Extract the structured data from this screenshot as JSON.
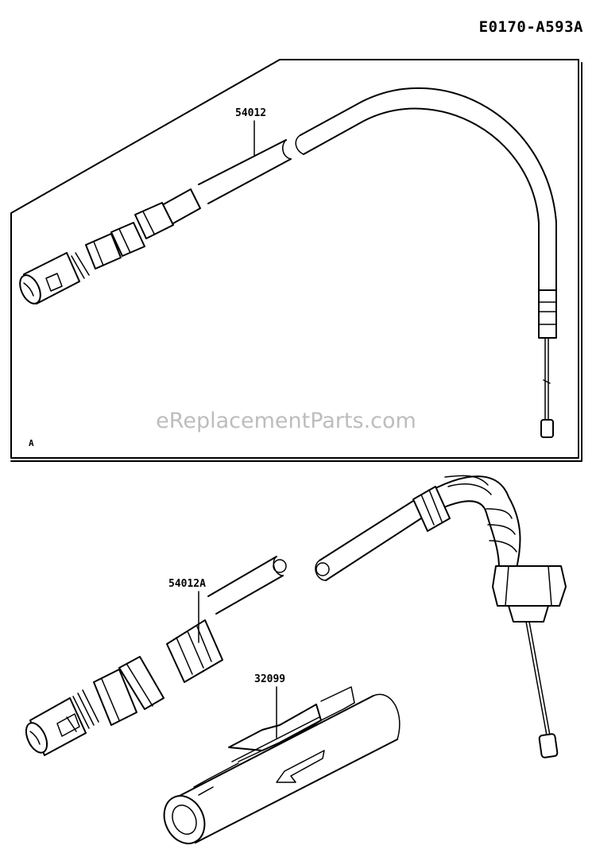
{
  "diagram_id": "E0170-A593A",
  "watermark": "eReplacementParts.com",
  "view_label": "A",
  "parts": {
    "cable_a": "54012",
    "cable_b": "54012A",
    "holder": "32099"
  }
}
